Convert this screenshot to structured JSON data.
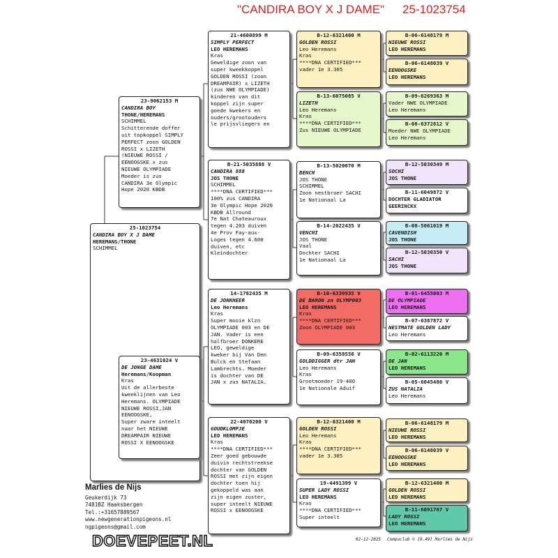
{
  "header": {
    "title": "\"CANDIRA BOY X J DAME\"",
    "ring": "25-1023754"
  },
  "colors": {
    "title_red": "#d42020",
    "yellow": "#fdf1c2",
    "green": "#e7f7cc",
    "lavender": "#f1e4fb",
    "cyan": "#c6ecf6",
    "red": "#f26b64",
    "magenta": "#ee6ff2",
    "mint": "#8ce68c",
    "teal": "#5fc9a9"
  },
  "cards": {
    "subject": {
      "ring": "25-1023754",
      "name": "CANDIRA BOY X J DAME",
      "breeder": "HEREMANS/THONE",
      "lines": [
        "SCHIMMEL"
      ]
    },
    "sire": {
      "ring": "23-9062153 M",
      "name": "CANDIRA BOY",
      "breeder": "THONE/HEREMANS",
      "lines": [
        "SCHIMMEL",
        "Schitterende doffer",
        "uit topkoppel SIMPLY",
        "PERFECT zoon GOLDEN",
        "ROSSI x LIZETH",
        "(NIEUWE ROSSI /",
        "EENOOGSKE x zus",
        "NIEUWE OLYMPIADE",
        "Moeder is zus",
        "CANDIRA 3e Olympic",
        "Hope 2020 KBDB"
      ]
    },
    "dam": {
      "ring": "23-4631024 V",
      "name": "DE JONGE DAME",
      "breeder": "Heremans/Koopman",
      "lines": [
        "Kras",
        "Uit de allerbeste",
        "kweeklijnen van Leo",
        "Heremans. OLYMPIADE",
        "NIEUWE ROSSI,JAN",
        "EENOOGSKE,",
        "Super zware inteelt",
        "naar het NIEUWE",
        "DREAMPAIR NIEUWE",
        "ROSSI X EENOOGSKE"
      ]
    },
    "ss": {
      "ring": "21-4600899 M",
      "name": "SIMPLY PERFECT",
      "breeder": "LEO HEREMANS",
      "lines": [
        "Kras",
        "Geweldige zoon van",
        "super kweekkoppel",
        "GOLDEN ROSSI (zoon",
        "DREAMPAIR) x LIZETH",
        "(zus NWE OLYMPIADE)",
        "kinderen van dit",
        "koppel zijn super",
        "goede kwekers en",
        "ouders/grootouders",
        "le prijsvliegers en"
      ]
    },
    "sd": {
      "ring": "B-21-5035888 V",
      "name": "CANDIRA 888",
      "breeder": "JOS THONE",
      "lines": [
        "SCHIMMEL",
        "****DNA CERTIFIED***",
        "100% zus CANDIRA",
        "3e Olympic Hope 2020",
        "KBDB Allround",
        "7e Nat Chateauroux",
        "tegen 4.203 duiven",
        "4e Prov Fay-aux-",
        "Loges tegen 4.600",
        "duiven, etc",
        "Kleindochter"
      ]
    },
    "ds": {
      "ring": "14-1782435 M",
      "name": "DE JONKHEER",
      "breeder": "Leo Heremans",
      "lines": [
        "Kras",
        "Super mooie klzn",
        "OLYMPIADE 003 en DE",
        "JAN. Vader is een",
        "halfbroer DONKERE",
        "LEO, geweldige",
        "kweker bij Van Den",
        "Bulck en Stefaan",
        "Lambrechts. Moeder",
        "is dochter van DE",
        "JAN x zus NATALIA."
      ]
    },
    "dd": {
      "ring": "22-4070200 V",
      "name": "GOUDKLOMPJE",
      "breeder": "LEO HEREMANS",
      "lines": [
        "Kras",
        "****DNA CERTIFIED***",
        "Zeer goed gebouwde",
        "duivin rechtstreekse",
        "dochter van GOLDEN",
        "ROSSI met zijn eigen",
        "dochter toen hij",
        "gekoppeld was aan",
        "zijn eigen zuster,",
        "super inteelt NIEUWE",
        "ROSSI x EENOOGSKE"
      ]
    },
    "sss": {
      "ring": "B-12-6321400 M",
      "name": "GOLDEN ROSSI",
      "breeder": "Leo Heremans",
      "lines": [
        "Kras",
        "****DNA CERTIFIED***",
        "vader 1e 3.305"
      ]
    },
    "ssd": {
      "ring": "B-13-6075085 V",
      "name": "LIZETH",
      "breeder": "Leo Heremans",
      "lines": [
        "Kras",
        "****DNA CERTIFIED***",
        "Zus NIEUWE OLYMPIADE"
      ]
    },
    "sds": {
      "ring": "B-13-5020070 M",
      "name": "BENCH",
      "breeder": "JOS THONE",
      "lines": [
        "SCHIMMEL",
        "Zoon nestbroer SACHI",
        "1e Nationaal La"
      ]
    },
    "sdd": {
      "ring": "B-14-2022435 V",
      "name": "VENCHI",
      "breeder": "JOS THONE",
      "lines": [
        "Vaal",
        "Dochter SACHI",
        "1e Nationaal La"
      ]
    },
    "dss": {
      "ring": "B-10-6339935 V",
      "name": "DE BARON zn OLYMP003",
      "breeder": "LEO HEREMANS",
      "lines": [
        "Kras",
        "****DNA CERTIFIED***",
        "Zoon OLYMPIADE 003"
      ]
    },
    "dsd": {
      "ring": "B-09-6358556 V",
      "name": "GOLDDIGGER dtr JAN",
      "breeder": "Leo Heremans",
      "lines": [
        "Kras",
        "Grootmoeder 19-400",
        "1e Nationale Aduif"
      ]
    },
    "dds": {
      "ring": "B-12-6321400 M",
      "name": "GOLDEN ROSSI",
      "breeder": "Leo Heremans",
      "lines": [
        "Kras",
        "****DNA CERTIFIED***",
        "vader 1e 3.305"
      ]
    },
    "ddd": {
      "ring": "19-4491399 V",
      "name": "SUPER LADY ROSSI",
      "breeder": "LEO HEREMANS",
      "lines": [
        "Kras",
        "****DNA CERTIFIED***",
        "Super inteelt"
      ]
    },
    "g1": {
      "ring": "B-06-6148179 M",
      "name": "NIEUWE ROSSI",
      "breeder": "LEO HEREMANS",
      "lines": []
    },
    "g2": {
      "ring": "B-06-6148039 V",
      "name": "EENOOGSKE",
      "breeder": "LEO HEREMANS",
      "lines": []
    },
    "g3": {
      "ring": "B-09-6269363 M",
      "name": "",
      "breeder": "",
      "lines": [
        "Vader NWE OLYMPIADE",
        "Leo Heremans"
      ]
    },
    "g4": {
      "ring": "B-08-6372812 V",
      "name": "",
      "breeder": "",
      "lines": [
        "Moeder NWE OLYMPIADE",
        "Leo Heremans"
      ]
    },
    "g5": {
      "ring": "B-12-5030349 M",
      "name": "SOCHI",
      "breeder": "JOS THONE",
      "lines": []
    },
    "g6": {
      "ring": "B-11-6049872 V",
      "name": "",
      "breeder": "",
      "lines": [
        "DOCHTER GLADIATOR",
        "GEERINCKX"
      ]
    },
    "g7": {
      "ring": "B-08-5061019 M",
      "name": "CAVENDISH",
      "breeder": "JOS THONE",
      "lines": []
    },
    "g8": {
      "ring": "B-12-5030350 V",
      "name": "SACHI",
      "breeder": "JOS THONE",
      "lines": []
    },
    "g9": {
      "ring": "B-01-6455003 M",
      "name": "DE OLYMPIADE",
      "breeder": "LEO HEREMANS",
      "lines": []
    },
    "g10": {
      "ring": "B-07-6387872 V",
      "name": "NESTMATE GOLDEN LADY",
      "breeder": "",
      "lines": [
        "Leo Heremans"
      ]
    },
    "g11": {
      "ring": "B-02-6113220 M",
      "name": "DE JAN",
      "breeder": "LEO HEREMANS",
      "lines": []
    },
    "g12": {
      "ring": "B-05-6045486 V",
      "name": "ZUS NATALIA",
      "breeder": "Leo Heremans",
      "lines": []
    },
    "g13": {
      "ring": "B-06-6148179 M",
      "name": "NIEUWE ROSSI",
      "breeder": "LEO HEREMANS",
      "lines": []
    },
    "g14": {
      "ring": "B-06-6148039 V",
      "name": "EENOOGSKE",
      "breeder": "LEO HEREMANS",
      "lines": []
    },
    "g15": {
      "ring": "B-12-6321400 M",
      "name": "GOLDEN ROSSI",
      "breeder": "LEO HEREMANS",
      "lines": []
    },
    "g16": {
      "ring": "B-11-6091767 V",
      "name": "LADY ROSSI",
      "breeder": "LEO HEREMANS",
      "lines": []
    }
  },
  "breeder_info": {
    "name": "Marlies de Nijs",
    "street": "Geukerdijk 73",
    "city": "7481BZ  Haaksbergen",
    "phone": "Tel.:+31657889567",
    "website": "www.newgenerationpigeons.nl",
    "email": "ngpigeons@gmail.com"
  },
  "footer": {
    "watermark": "DOEVEPEET.NL",
    "date": "02-12-2025",
    "software": "Compuclub © [9.49]  Marlies de Nijs"
  }
}
